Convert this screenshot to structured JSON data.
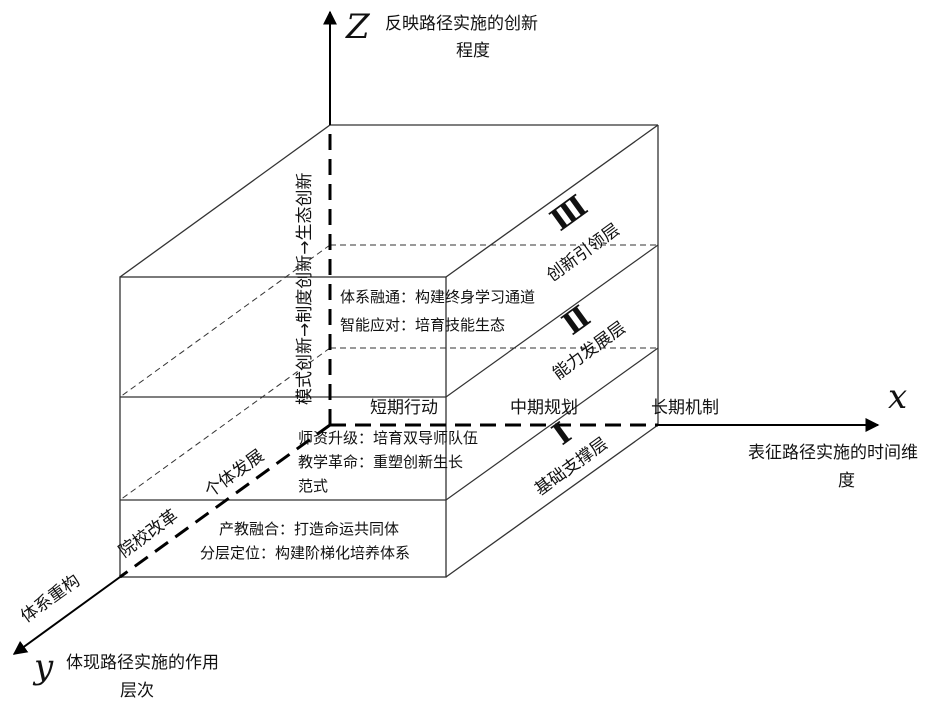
{
  "axes": {
    "z": {
      "letter": "Z",
      "label_line1": "反映路径实施的创新",
      "label_line2": "程度"
    },
    "x": {
      "letter": "x",
      "label_line1": "表征路径实施的时间维",
      "label_line2": "度"
    },
    "y": {
      "letter": "y",
      "label_line1": "体现路径实施的作用",
      "label_line2": "层次"
    }
  },
  "x_stages": [
    "短期行动",
    "中期规划",
    "长期机制"
  ],
  "y_stages": [
    "个体发展",
    "院校改革",
    "体系重构"
  ],
  "z_stages": "模式创新→制度创新→生态创新",
  "layers": [
    {
      "numeral": "Ⅰ",
      "name": "基础支撑层"
    },
    {
      "numeral": "Ⅱ",
      "name": "能力发展层"
    },
    {
      "numeral": "Ⅲ",
      "name": "创新引领层"
    }
  ],
  "items": {
    "top_1": "体系融通：构建终身学习通道",
    "top_2": "智能应对：培育技能生态",
    "mid_1": "师资升级：培育双导师队伍",
    "mid_2": "教学革命：重塑创新生长",
    "mid_3": "范式",
    "bottom_1": "产教融合：打造命运共同体",
    "bottom_2": "分层定位：构建阶梯化培养体系"
  }
}
